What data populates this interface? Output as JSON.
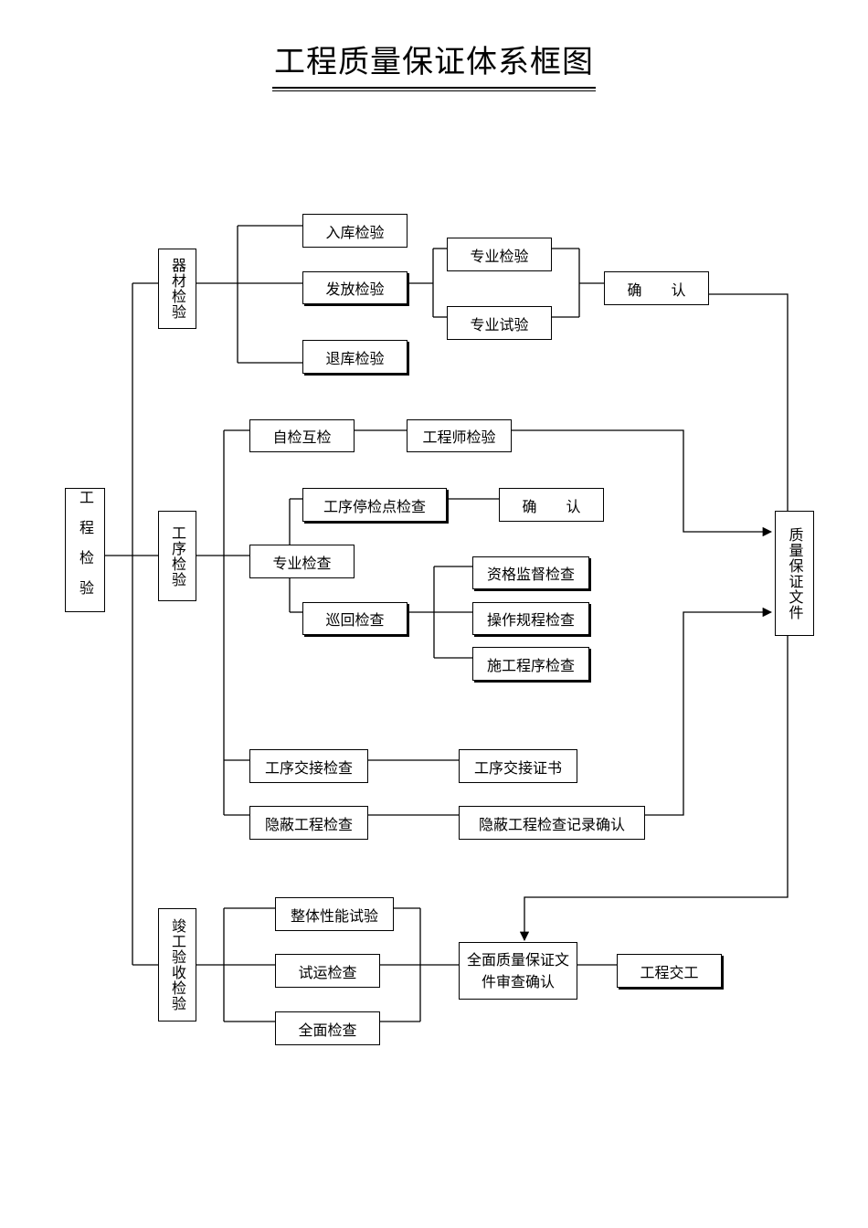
{
  "title": "工程质量保证体系框图",
  "nodes": {
    "root": "工程检验",
    "materials": "器材检验",
    "process": "工序检验",
    "completion": "竣工验收检验",
    "qa_docs": "质量保证文件",
    "m_in": "入库检验",
    "m_issue": "发放检验",
    "m_return": "退库检验",
    "m_pro_inspect": "专业检验",
    "m_pro_test": "专业试验",
    "m_confirm": "确　　认",
    "p_self": "自检互检",
    "p_engineer": "工程师检验",
    "p_hold": "工序停检点检查",
    "p_confirm": "确　　认",
    "p_pro": "专业检查",
    "p_patrol": "巡回检查",
    "p_qual": "资格监督检查",
    "p_oper": "操作规程检查",
    "p_seq": "施工程序检查",
    "p_handover": "工序交接检查",
    "p_handover_cert": "工序交接证书",
    "p_hidden": "隐蔽工程检查",
    "p_hidden_record": "隐蔽工程检查记录确认",
    "c_perf": "整体性能试验",
    "c_trial": "试运检查",
    "c_full": "全面检查",
    "c_review": "全面质量保证文件审查确认",
    "c_handover": "工程交工"
  }
}
